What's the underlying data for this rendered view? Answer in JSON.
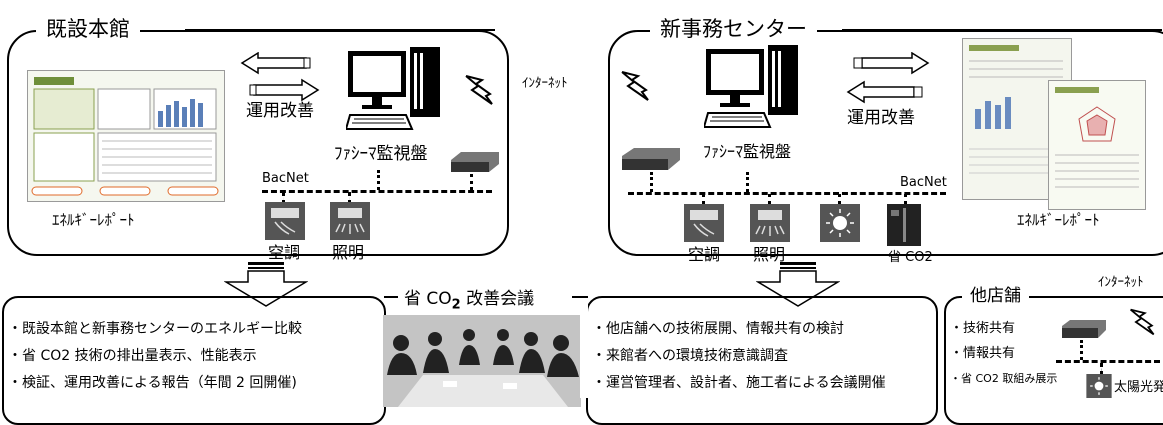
{
  "left_panel": {
    "title": "既設本館",
    "kaizen": "運用改善",
    "monitor": "ﾌｧｼｰﾏ監視盤",
    "network": "BacNet",
    "aircon": "空調",
    "lighting": "照明",
    "report": "ｴﾈﾙｷﾞｰﾚﾎﾟｰﾄ"
  },
  "internet_label": "ｲﾝﾀｰﾈｯﾄ",
  "right_panel": {
    "title": "新事務センター",
    "kaizen": "運用改善",
    "monitor": "ﾌｧｼｰﾏ監視盤",
    "network": "BacNet",
    "aircon": "空調",
    "lighting": "照明",
    "co2": "省 CO2",
    "report": "ｴﾈﾙｷﾞｰﾚﾎﾟｰﾄ"
  },
  "meeting": {
    "title_prefix": "省 CO",
    "title_sub": "2",
    "title_suffix": "改善会議"
  },
  "bottom_left": {
    "items": [
      "・既設本館と新事務センターのエネルギー比較",
      "・省 CO2 技術の排出量表示、性能表示",
      "・検証、運用改善による報告（年間 2 回開催)"
    ]
  },
  "bottom_mid": {
    "items": [
      "・他店舗への技術展開、情報共有の検討",
      "・来館者への環境技術意識調査",
      "・運営管理者、設計者、施工者による会議開催"
    ]
  },
  "other_store": {
    "title": "他店舗",
    "internet": "ｲﾝﾀｰﾈｯﾄ",
    "items": [
      "・技術共有",
      "・情報共有",
      "・省 CO2 取組み展示"
    ],
    "solar": "太陽光発電"
  }
}
